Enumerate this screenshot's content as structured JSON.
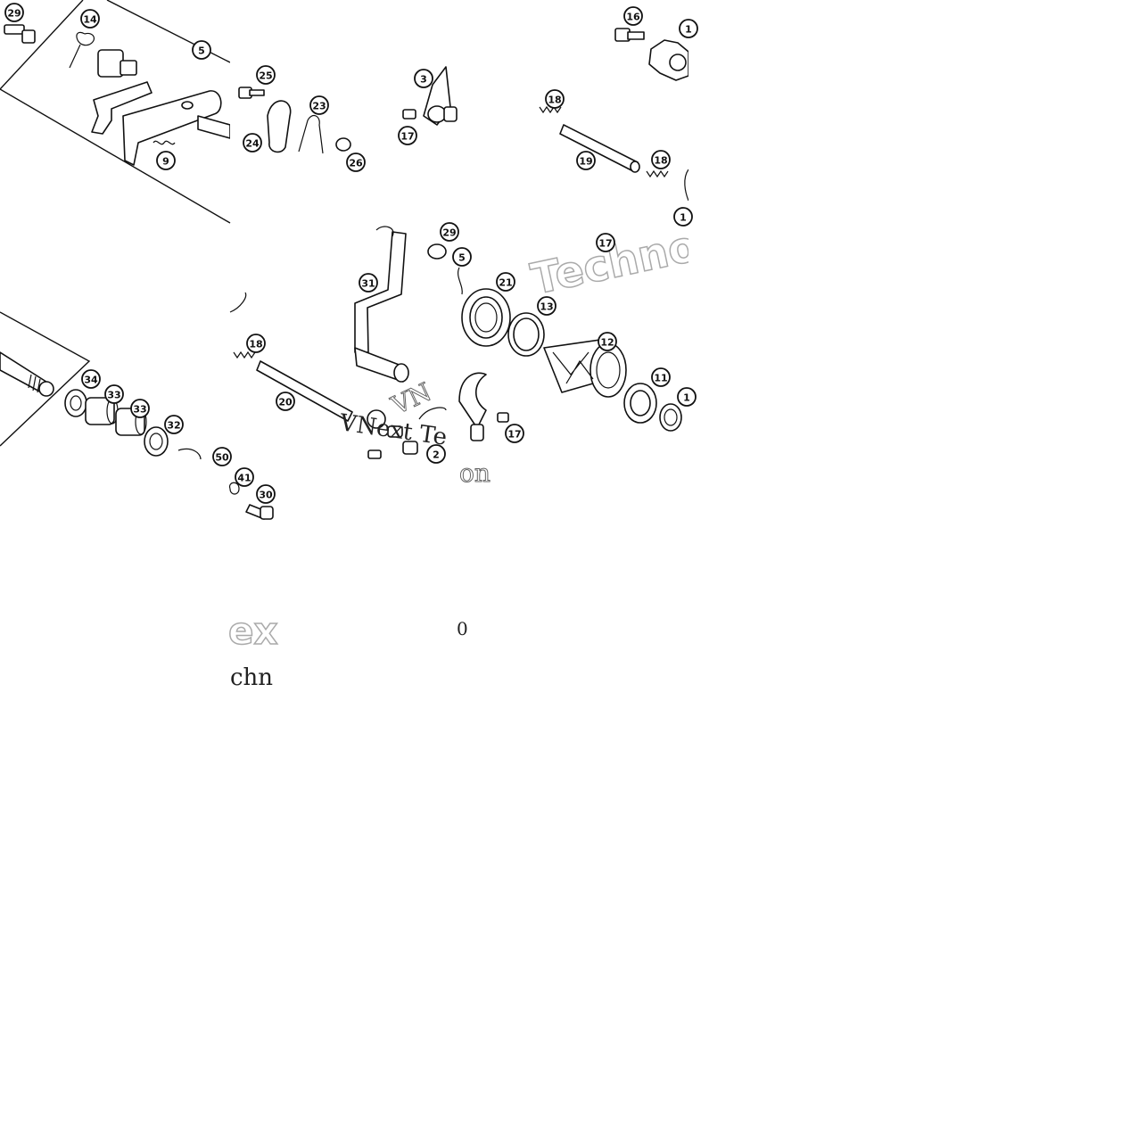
{
  "diagram": {
    "callouts": [
      {
        "key": "c29a",
        "label": "29"
      },
      {
        "key": "c14",
        "label": "14"
      },
      {
        "key": "c5",
        "label": "5"
      },
      {
        "key": "c9",
        "label": "9"
      },
      {
        "key": "c25",
        "label": "25"
      },
      {
        "key": "c23",
        "label": "23"
      },
      {
        "key": "c24",
        "label": "24"
      },
      {
        "key": "c26",
        "label": "26"
      },
      {
        "key": "c3",
        "label": "3"
      },
      {
        "key": "c17a",
        "label": "17"
      },
      {
        "key": "c16",
        "label": "16"
      },
      {
        "key": "c1a",
        "label": "1"
      },
      {
        "key": "c18a",
        "label": "18"
      },
      {
        "key": "c19",
        "label": "19"
      },
      {
        "key": "c18b",
        "label": "18"
      },
      {
        "key": "c1b",
        "label": "1"
      },
      {
        "key": "c17b",
        "label": "17"
      },
      {
        "key": "c29b",
        "label": "29"
      },
      {
        "key": "c15",
        "label": "5"
      },
      {
        "key": "c31",
        "label": "31"
      },
      {
        "key": "c21",
        "label": "21"
      },
      {
        "key": "c13",
        "label": "13"
      },
      {
        "key": "c12",
        "label": "12"
      },
      {
        "key": "c18c",
        "label": "18"
      },
      {
        "key": "c20",
        "label": "20"
      },
      {
        "key": "c11",
        "label": "11"
      },
      {
        "key": "c1c",
        "label": "1"
      },
      {
        "key": "c17c",
        "label": "17"
      },
      {
        "key": "c2",
        "label": "2"
      },
      {
        "key": "c34",
        "label": "34"
      },
      {
        "key": "c33a",
        "label": "33"
      },
      {
        "key": "c33b",
        "label": "33"
      },
      {
        "key": "c32",
        "label": "32"
      },
      {
        "key": "c50",
        "label": "50"
      },
      {
        "key": "c41",
        "label": "41"
      },
      {
        "key": "c30",
        "label": "30"
      }
    ],
    "watermarks": {
      "techno_top": "Techno",
      "vnext": "VNext Te",
      "vn_outline": "VN",
      "on_fragment": "on",
      "ex_fragment": "ex",
      "chn_fragment": "chn",
      "zero_fragment": "0"
    }
  }
}
